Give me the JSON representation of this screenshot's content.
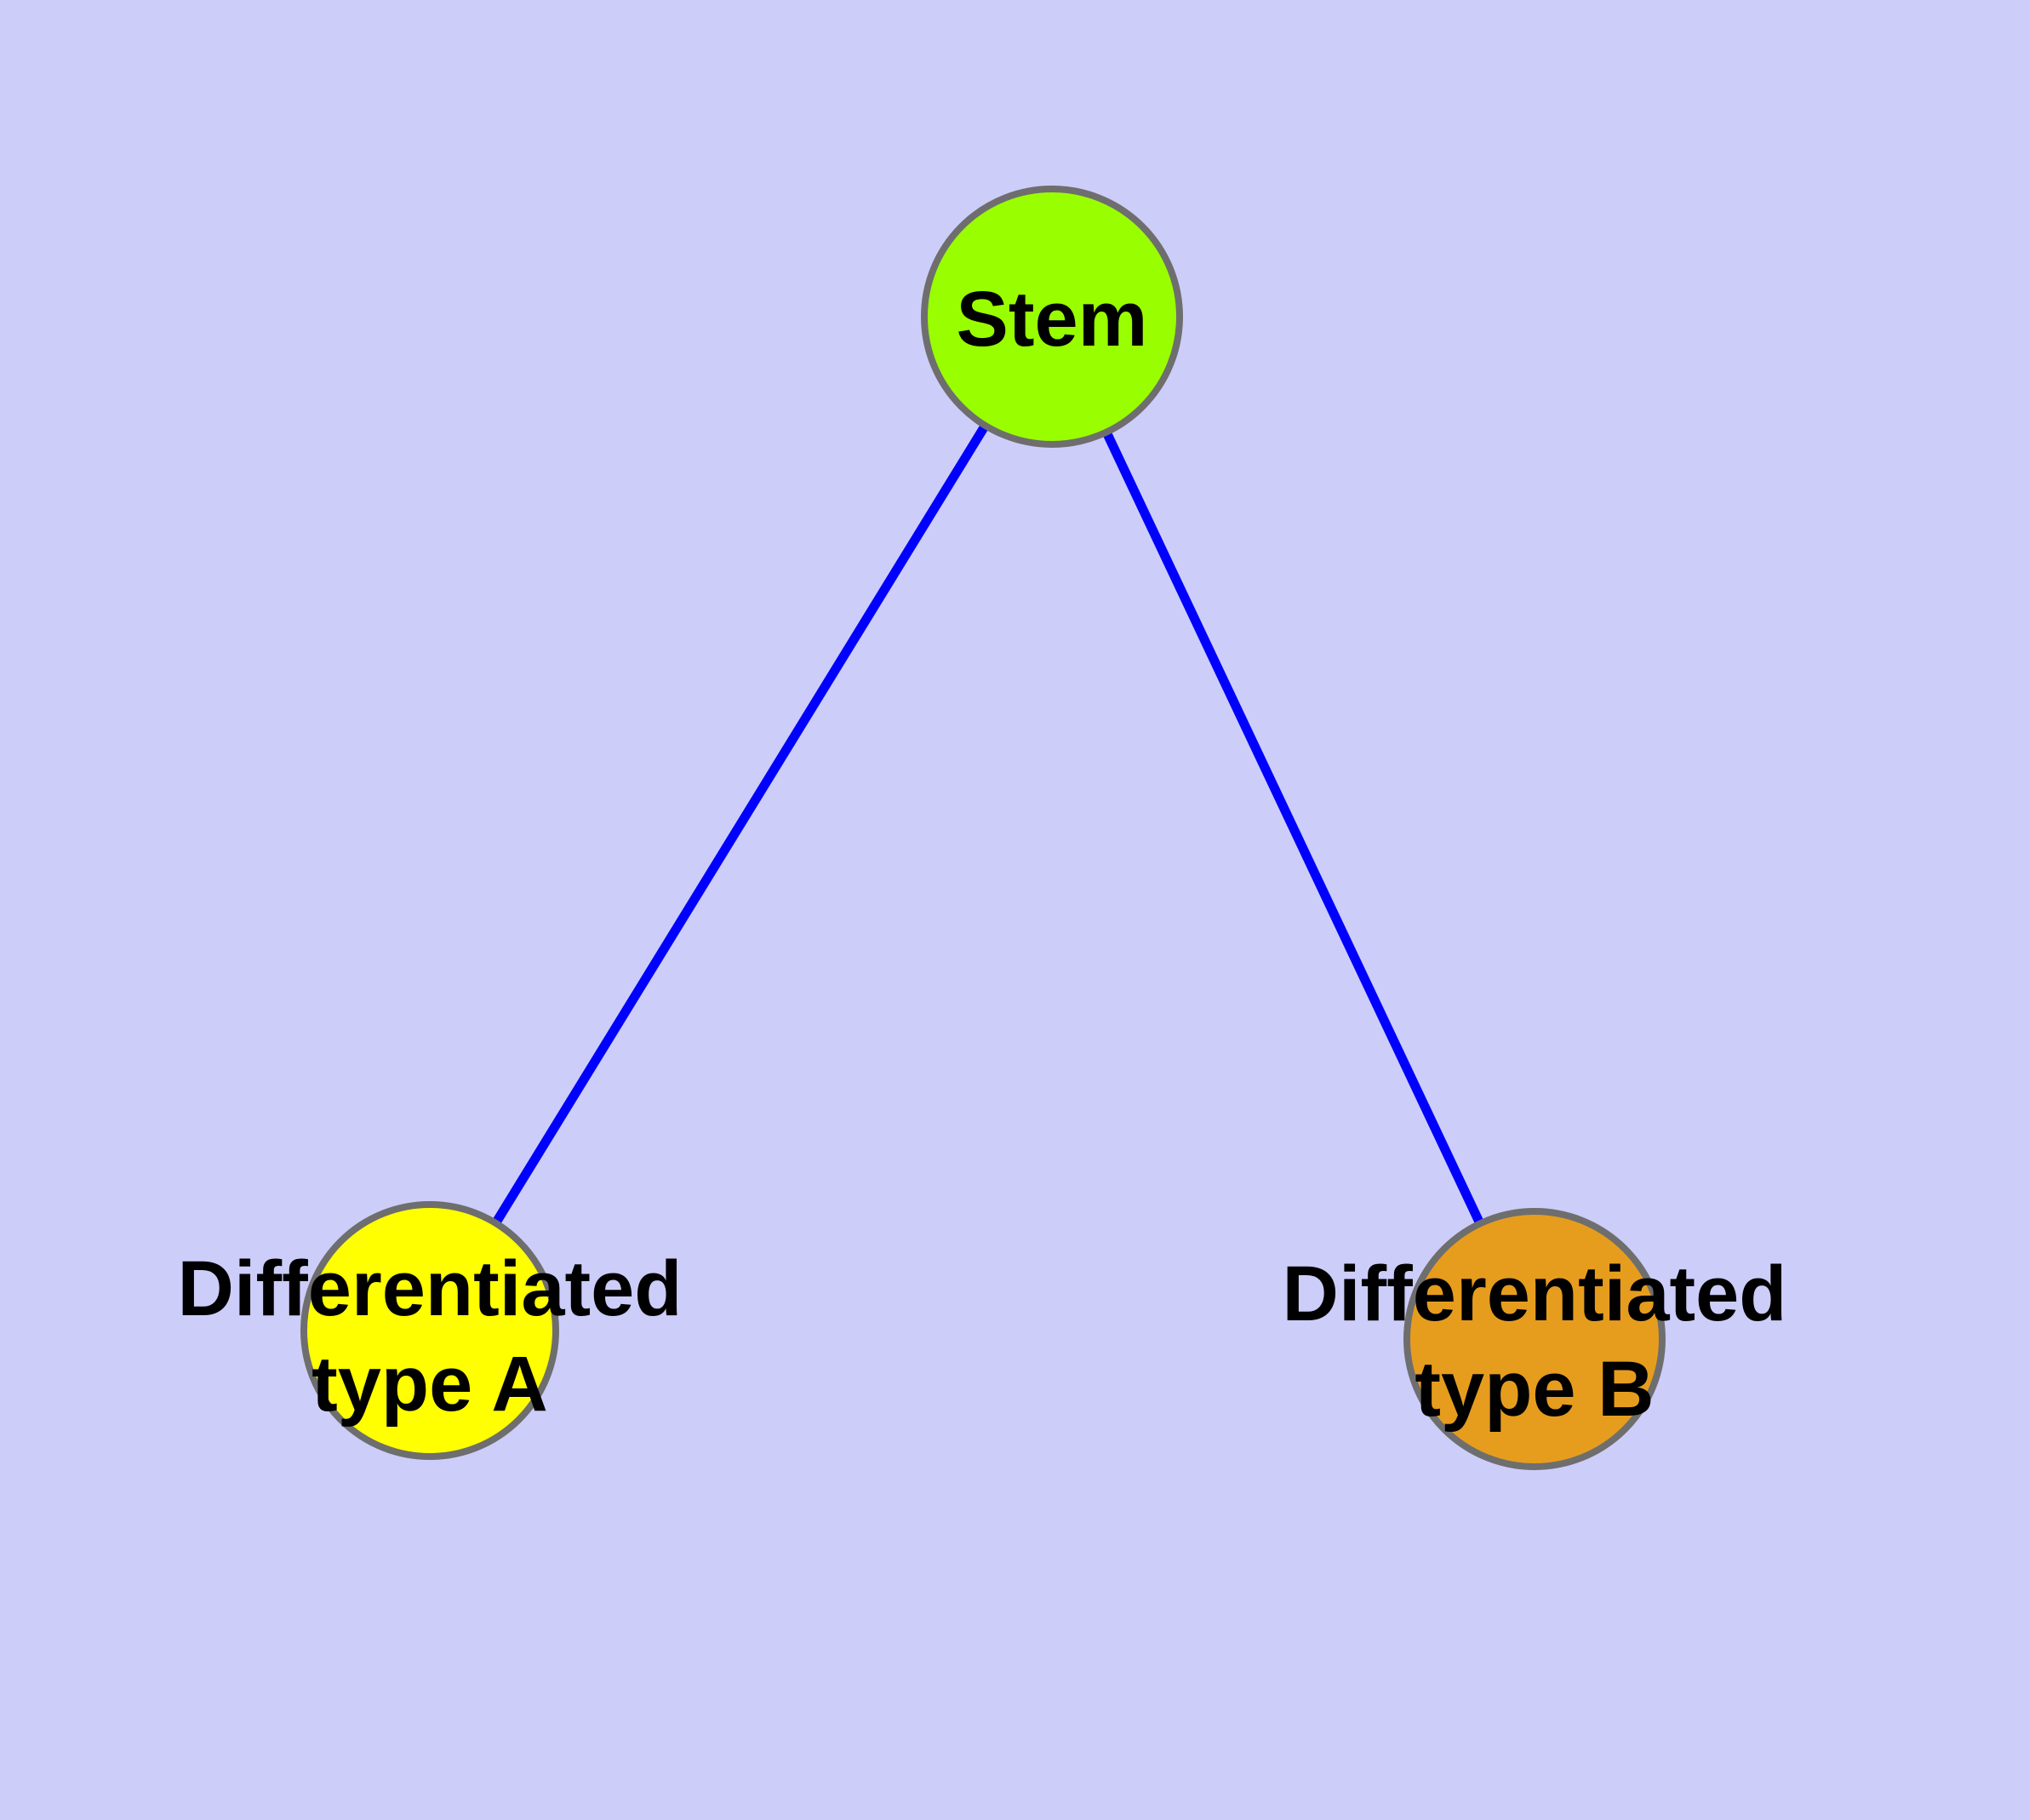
{
  "diagram": {
    "type": "node-link-graph",
    "background_color": "#cdcdfa",
    "edge_color": "#0000ff",
    "node_border_color": "#6e6e6e",
    "label_color": "#000000",
    "nodes": [
      {
        "id": "stem",
        "label": "Stem",
        "label_lines": [
          "Stem"
        ],
        "color": "#99ff00"
      },
      {
        "id": "differentiated-type-a",
        "label": "Differentiated type A",
        "label_lines": [
          "Differentiated",
          "type A"
        ],
        "color": "#ffff00"
      },
      {
        "id": "differentiated-type-b",
        "label": "Differentiated type B",
        "label_lines": [
          "Differentiated",
          "type B"
        ],
        "color": "#e69d1e"
      }
    ],
    "edges": [
      {
        "from": "Stem",
        "to": "Differentiated type A"
      },
      {
        "from": "Stem",
        "to": "Differentiated type B"
      }
    ]
  }
}
